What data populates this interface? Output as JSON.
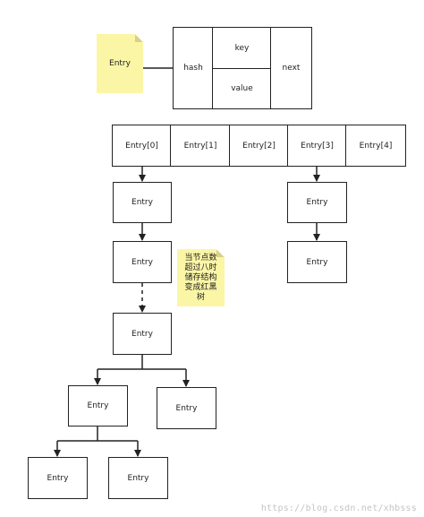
{
  "entry_struct": {
    "note_label": "Entry",
    "hash": "hash",
    "key": "key",
    "value": "value",
    "next": "next"
  },
  "table": [
    "Entry[0]",
    "Entry[1]",
    "Entry[2]",
    "Entry[3]",
    "Entry[4]"
  ],
  "chain0": {
    "node1": "Entry",
    "node2": "Entry",
    "tree_root": "Entry",
    "tree_left": "Entry",
    "tree_right": "Entry",
    "tree_left_left": "Entry",
    "tree_left_right": "Entry"
  },
  "chain3": {
    "node1": "Entry",
    "node2": "Entry"
  },
  "note_treeify": "当节点数\n超过八时\n储存结构\n变成红黑\n树",
  "watermark": "https://blog.csdn.net/xhbsss",
  "colors": {
    "note": "#fbf6a6",
    "stroke": "#222222"
  }
}
